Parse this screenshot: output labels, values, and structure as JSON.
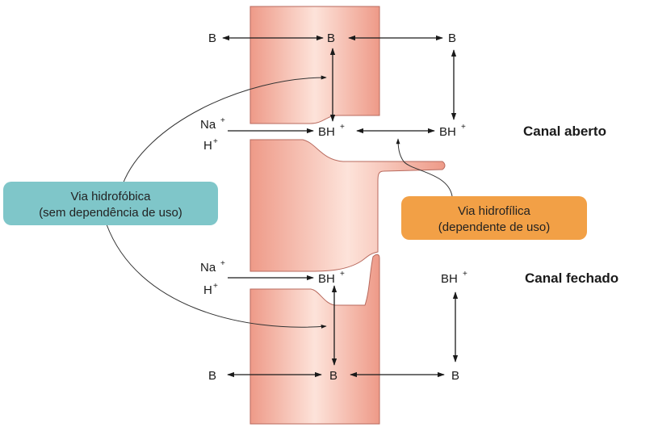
{
  "labels": {
    "B_top_left": "B",
    "B_top_mid": "B",
    "B_top_right": "B",
    "BH_top_mid": "BH",
    "BH_top_right": "BH",
    "BH_bot_mid": "BH",
    "BH_bot_right": "BH",
    "B_bot_left": "B",
    "B_bot_mid": "B",
    "B_bot_right": "B",
    "na_top": "Na",
    "h_top": "H",
    "na_bot": "Na",
    "h_bot": "H",
    "plus": "+"
  },
  "states": {
    "open": "Canal aberto",
    "closed": "Canal fechado"
  },
  "hydrophobic": {
    "line1": "Via hidrofóbica",
    "line2": "(sem dependência de uso)",
    "color": "#7fc6c9"
  },
  "hydrophilic": {
    "line1": "Via hidrofílica",
    "line2": "(dependente de uso)",
    "color": "#f2a046"
  },
  "membrane_color": "#f4a493"
}
